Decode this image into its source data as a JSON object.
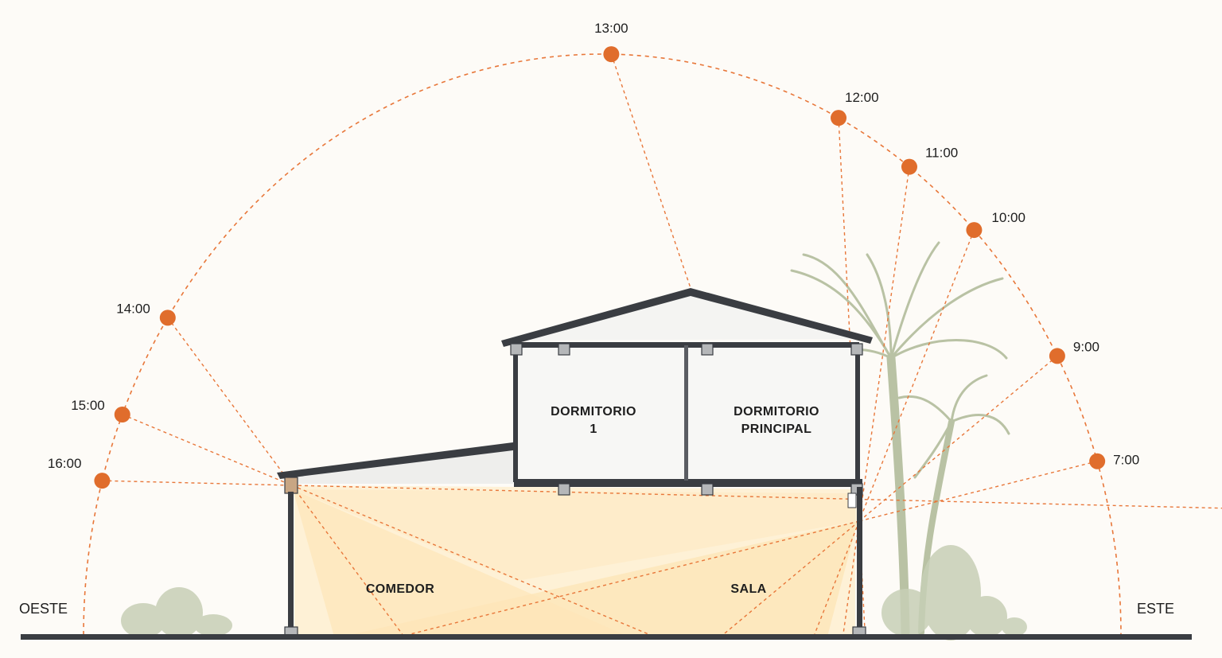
{
  "directions": {
    "west": "OESTE",
    "east": "ESTE"
  },
  "rooms": {
    "dormitorio_1": {
      "line1": "DORMITORIO",
      "line2": "1"
    },
    "dormitorio_principal": {
      "line1": "DORMITORIO",
      "line2": "PRINCIPAL"
    },
    "comedor": "COMEDOR",
    "sala": "SALA"
  },
  "sun_positions": [
    {
      "time": "7:00",
      "side": "east"
    },
    {
      "time": "9:00",
      "side": "east"
    },
    {
      "time": "10:00",
      "side": "east"
    },
    {
      "time": "11:00",
      "side": "east"
    },
    {
      "time": "12:00",
      "side": "east"
    },
    {
      "time": "13:00",
      "side": "center"
    },
    {
      "time": "14:00",
      "side": "west"
    },
    {
      "time": "15:00",
      "side": "west"
    },
    {
      "time": "16:00",
      "side": "west"
    }
  ],
  "colors": {
    "sun": "#e06d2c",
    "path": "#e8773a",
    "structure": "#3a3d42",
    "light": "#fde6b8",
    "palm": "#b9c2a4",
    "ground": "#3a3d42"
  }
}
